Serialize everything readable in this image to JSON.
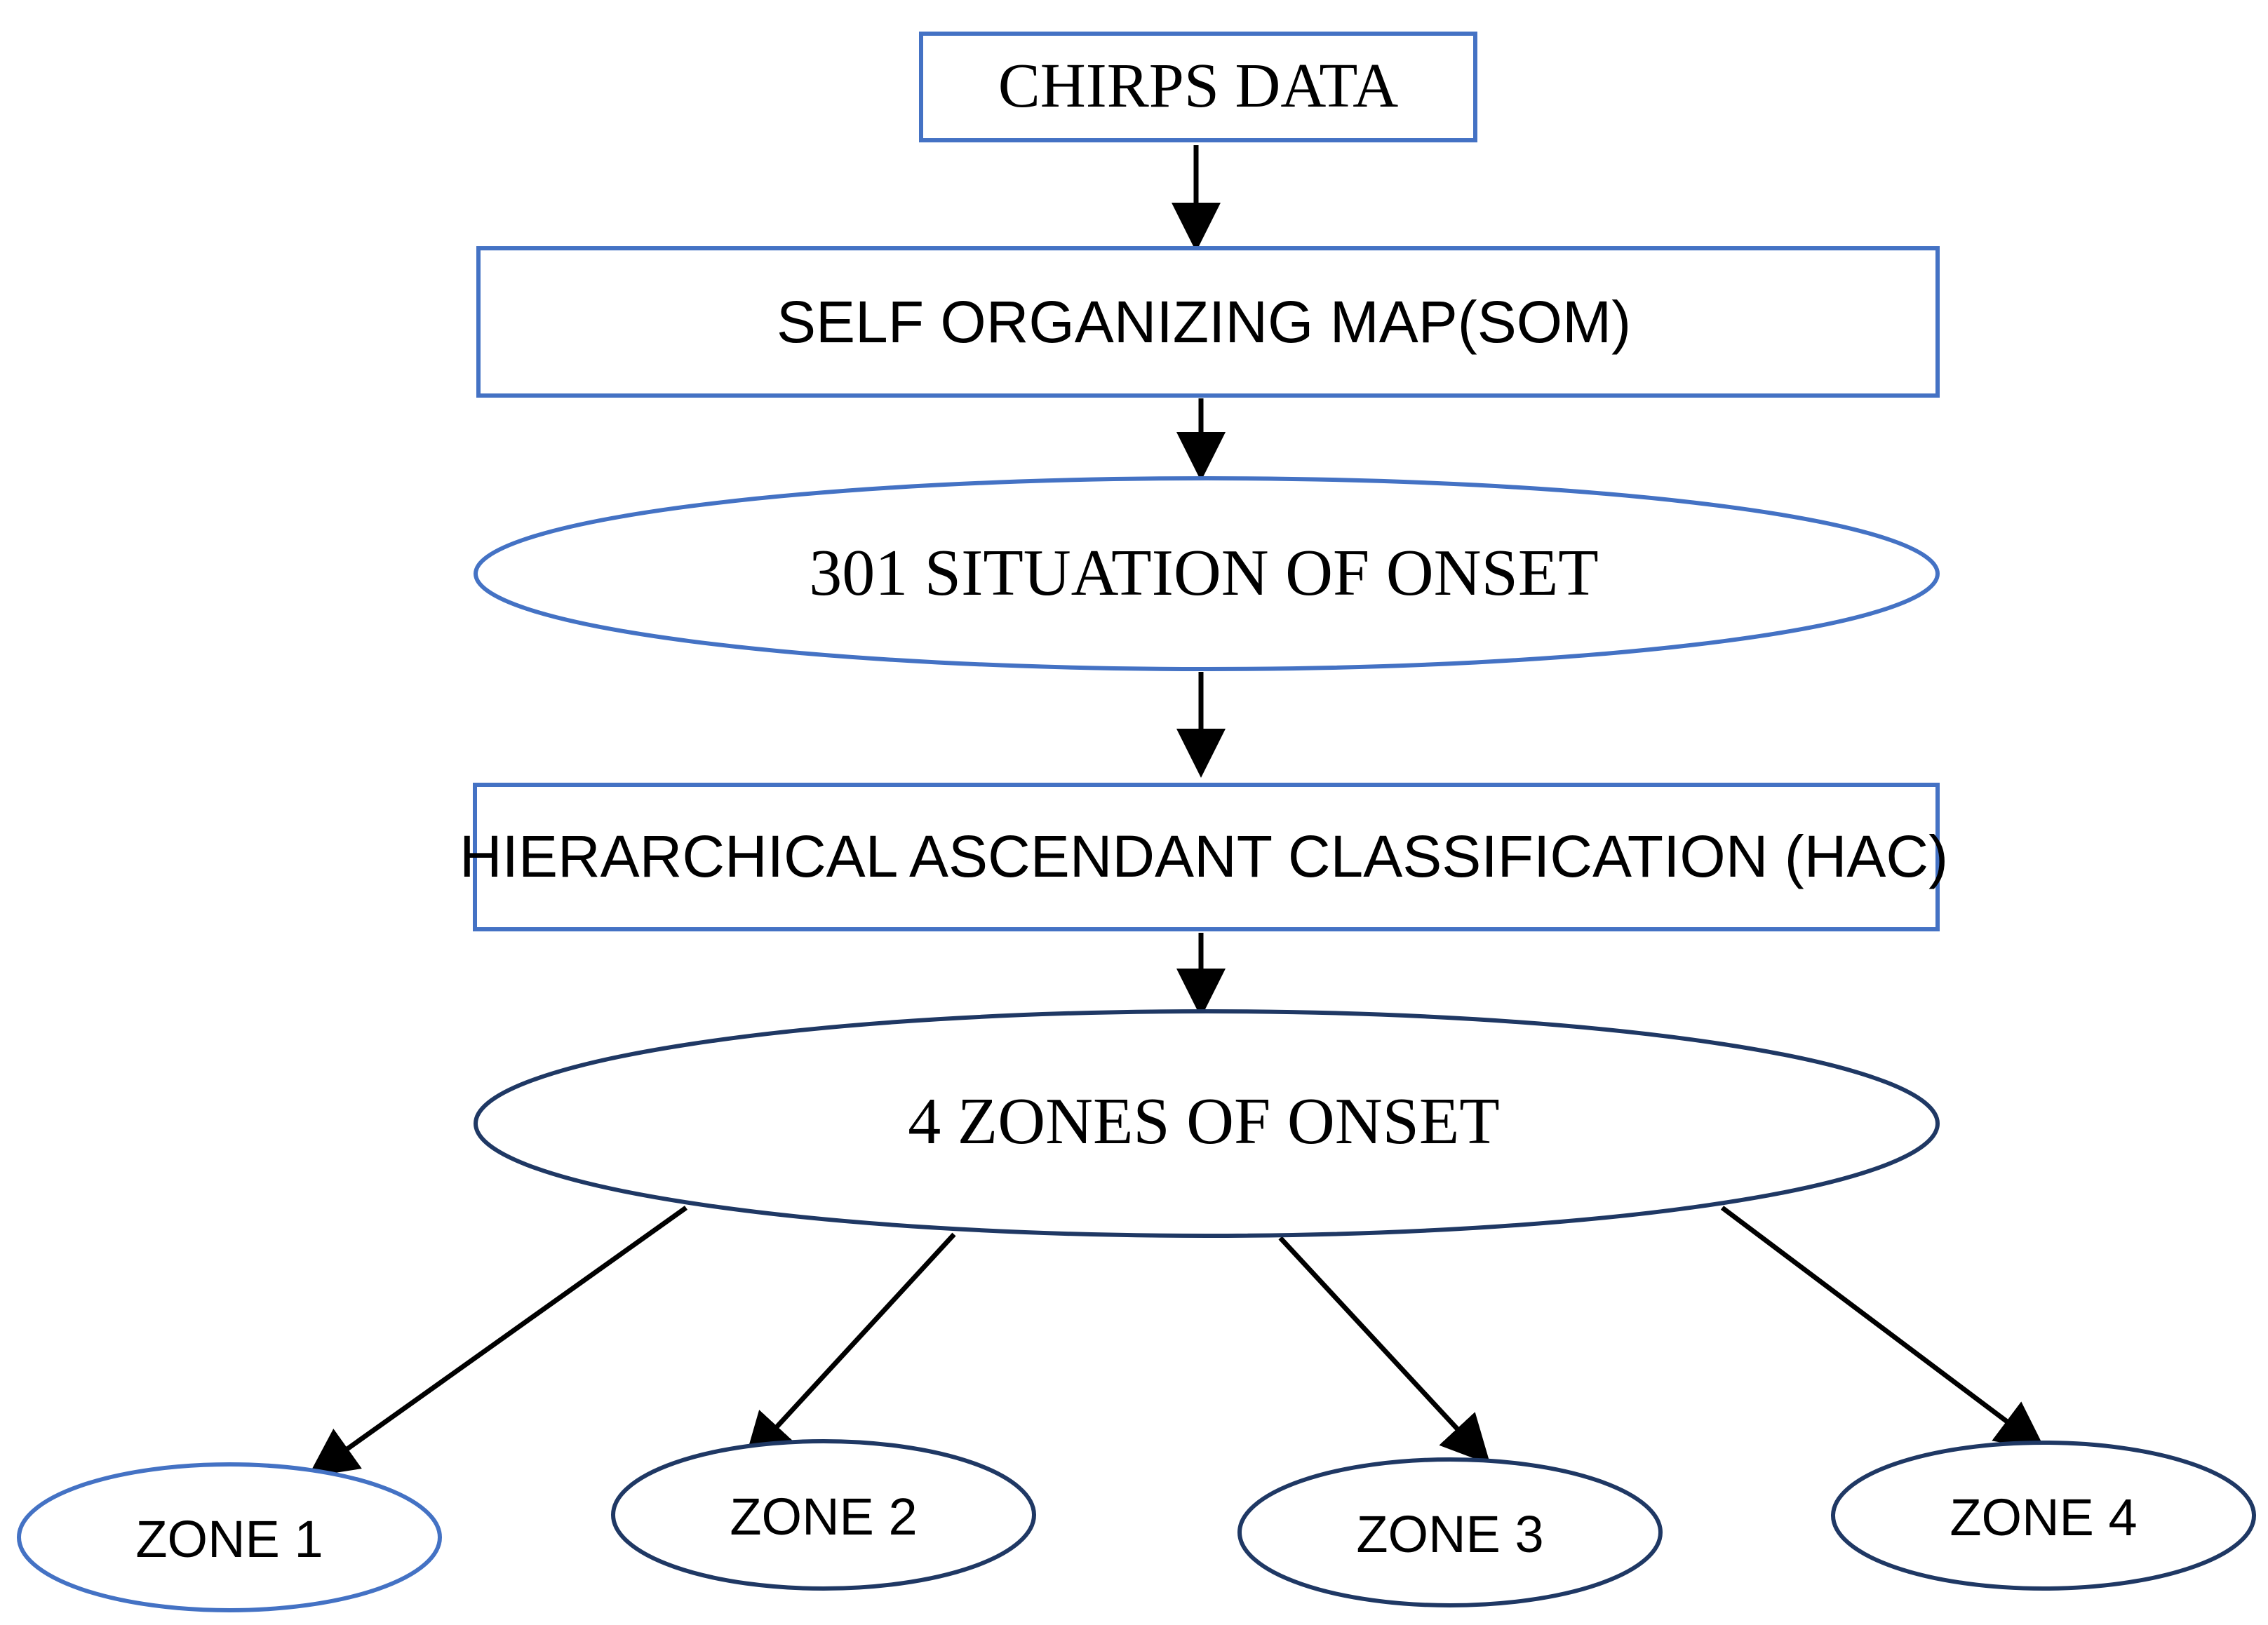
{
  "nodes": {
    "chirps": {
      "label": "CHIRPS DATA"
    },
    "som": {
      "label": "SELF ORGANIZING MAP(SOM)"
    },
    "situations": {
      "label": "301 SITUATION OF ONSET"
    },
    "hac": {
      "label": "HIERARCHICAL ASCENDANT CLASSIFICATION (HAC)"
    },
    "zones": {
      "label": "4 ZONES OF ONSET"
    },
    "zone1": {
      "label": "ZONE 1"
    },
    "zone2": {
      "label": "ZONE 2"
    },
    "zone3": {
      "label": "ZONE 3"
    },
    "zone4": {
      "label": "ZONE 4"
    }
  },
  "edges": [
    {
      "from": "chirps",
      "to": "som"
    },
    {
      "from": "som",
      "to": "situations"
    },
    {
      "from": "situations",
      "to": "hac"
    },
    {
      "from": "hac",
      "to": "zones"
    },
    {
      "from": "zones",
      "to": "zone1"
    },
    {
      "from": "zones",
      "to": "zone2"
    },
    {
      "from": "zones",
      "to": "zone3"
    },
    {
      "from": "zones",
      "to": "zone4"
    }
  ],
  "colors": {
    "light_blue_stroke": "#4472C4",
    "dark_navy_stroke": "#1F3864",
    "arrow": "#000000",
    "text": "#000000"
  }
}
